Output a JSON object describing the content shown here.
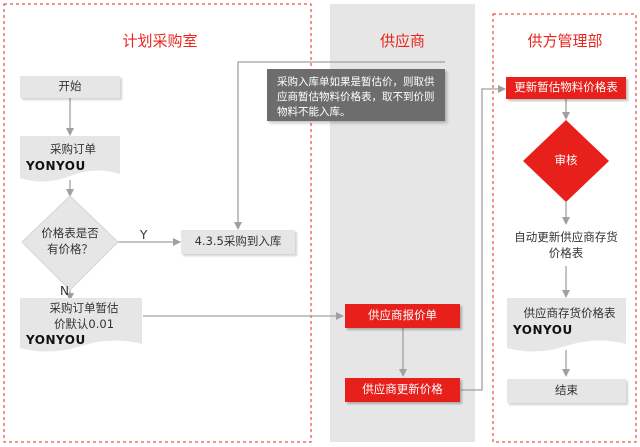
{
  "lanes": {
    "planning": "计划采购室",
    "supplier": "供应商",
    "supply_mgmt": "供方管理部"
  },
  "nodes": {
    "start": "开始",
    "purchase_order": "采购订单",
    "price_check": "价格表是否有价格？",
    "receipt": "4.3.5采购到入库",
    "estimate_price": "采购订单暂估价默认0.01",
    "supplier_quote": "供应商报价单",
    "supplier_update": "供应商更新价格",
    "update_estimate": "更新暂估物料价格表",
    "review": "审核",
    "auto_update": "自动更新供应商存货价格表",
    "price_table": "供应商存货价格表",
    "end": "结束"
  },
  "brand": "YONYOU",
  "labels": {
    "yes": "Y",
    "no": "N"
  },
  "note": "采购入库单如果是暂估价，则取供应商暂估物料价格表，取不到价则物料不能入库。",
  "colors": {
    "accent": "#e8201c",
    "lane_border": "#e8261e",
    "supplier_lane": "#e6e6e6",
    "note_bg": "#6d6d6d"
  }
}
